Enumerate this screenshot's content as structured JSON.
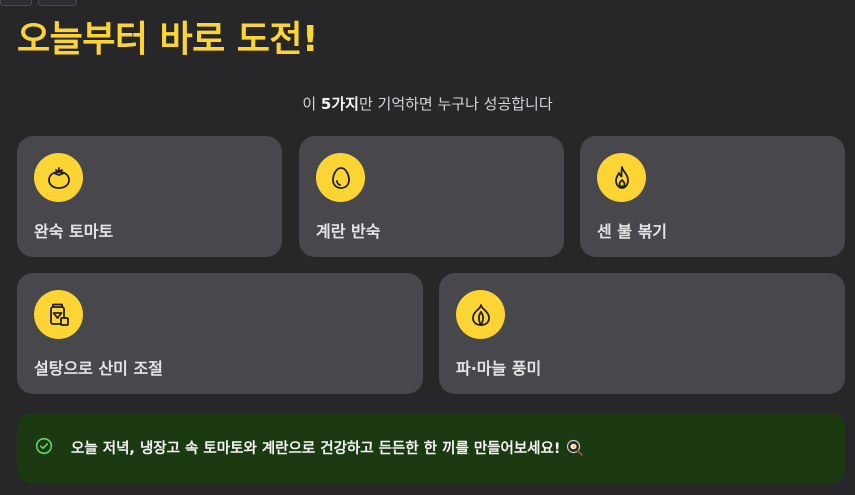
{
  "header": {
    "title": "오늘부터 바로 도전!"
  },
  "intro": {
    "prefix": "이 ",
    "emphasis": "5가지",
    "suffix": "만 기억하면 누구나 성공합니다"
  },
  "tips": [
    {
      "icon": "tomato-icon",
      "label": "완숙 토마토"
    },
    {
      "icon": "egg-icon",
      "label": "계란 반숙"
    },
    {
      "icon": "flame-icon",
      "label": "센 불 볶기"
    },
    {
      "icon": "sugar-jar-icon",
      "label": "설탕으로 산미 조절"
    },
    {
      "icon": "garlic-icon",
      "label": "파·마늘 풍미"
    }
  ],
  "callout": {
    "icon": "check-circle-icon",
    "text": "오늘 저녁, 냉장고 속 토마토와 계란으로 건강하고 든든한 한 끼를 만들어보세요!",
    "emoji": "frying-pan-icon"
  },
  "colors": {
    "background": "#27272a",
    "accent": "#fcd535",
    "card": "#48484c",
    "callout_bg": "#1b3a12",
    "callout_check": "#6fd36a"
  }
}
